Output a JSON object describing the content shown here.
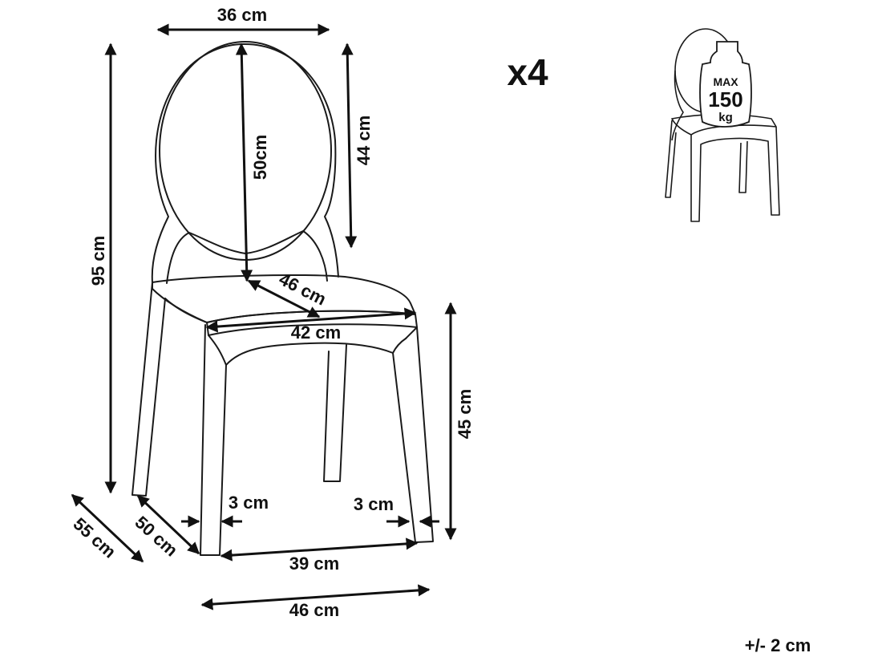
{
  "dimensions": {
    "back_width": "36 cm",
    "back_outer_height": "50cm",
    "back_inner_height": "44 cm",
    "total_height": "95 cm",
    "seat_diagonal": "46 cm",
    "seat_width": "42 cm",
    "seat_height": "45 cm",
    "outer_depth": "55 cm",
    "inner_depth": "50 cm",
    "leg_left": "3 cm",
    "leg_right": "3 cm",
    "inner_leg_span": "39 cm",
    "total_width": "46 cm"
  },
  "quantity": "x4",
  "max_load": {
    "label": "MAX",
    "value": "150",
    "unit": "kg"
  },
  "tolerance": "+/- 2 cm",
  "colors": {
    "line": "#111111",
    "background": "#ffffff"
  }
}
